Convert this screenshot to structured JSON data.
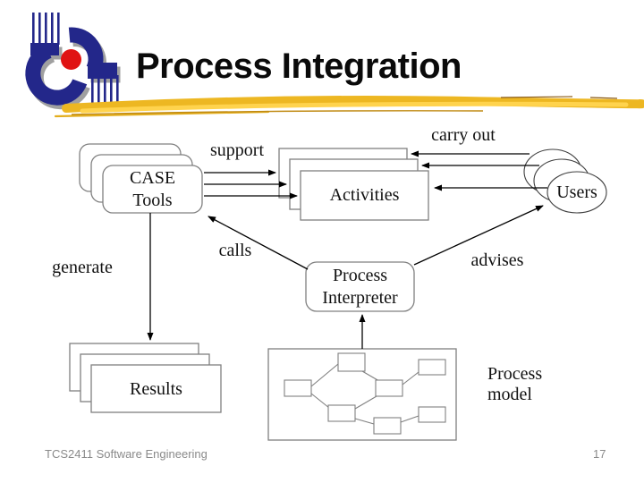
{
  "slide": {
    "title": "Process Integration",
    "footer": {
      "course": "TCS2411 Software Engineering",
      "page_number": "17"
    }
  },
  "diagram": {
    "nodes": {
      "case_tools": {
        "line1": "CASE",
        "line2": "Tools"
      },
      "activities": {
        "label": "Activities"
      },
      "users": {
        "label": "Users"
      },
      "process_interpreter": {
        "line1": "Process",
        "line2": "Interpreter"
      },
      "results": {
        "label": "Results"
      },
      "process_model": {
        "line1": "Process",
        "line2": "model"
      }
    },
    "edges": {
      "support": "support",
      "carry_out": "carry out",
      "calls": "calls",
      "advises": "advises",
      "generate": "generate"
    }
  },
  "colors": {
    "divider_gold": "#EDB722",
    "divider_highlight": "#FFD34D",
    "divider_dark": "#C08A12",
    "logo_navy": "#23278A",
    "logo_red": "#E01313",
    "logo_shadow": "#A0A0A0",
    "box_stroke": "#808080",
    "ellipse_stroke": "#3F3F3F",
    "arrow_black": "#000000",
    "footer_gray": "#8A8A8A"
  }
}
